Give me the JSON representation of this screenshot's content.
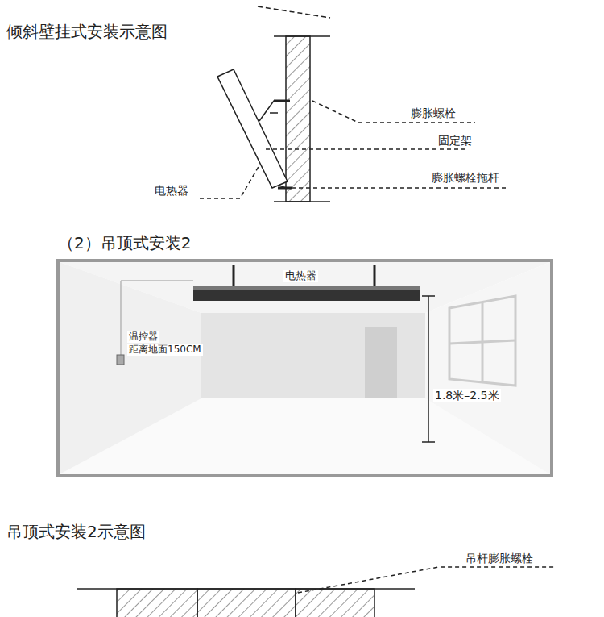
{
  "diagram": {
    "title": "倾斜壁挂式安装示意图",
    "labels": [
      "膨胀螺栓",
      "固定架",
      "膨胀螺栓拖杆",
      "电热器",
      "（2）吊顶式安装2",
      "电热器",
      "温控器",
      "距离地面150CM",
      "1.8米–2.5米",
      "吊顶式安装2示意图",
      "吊杆膨胀螺栓"
    ]
  }
}
